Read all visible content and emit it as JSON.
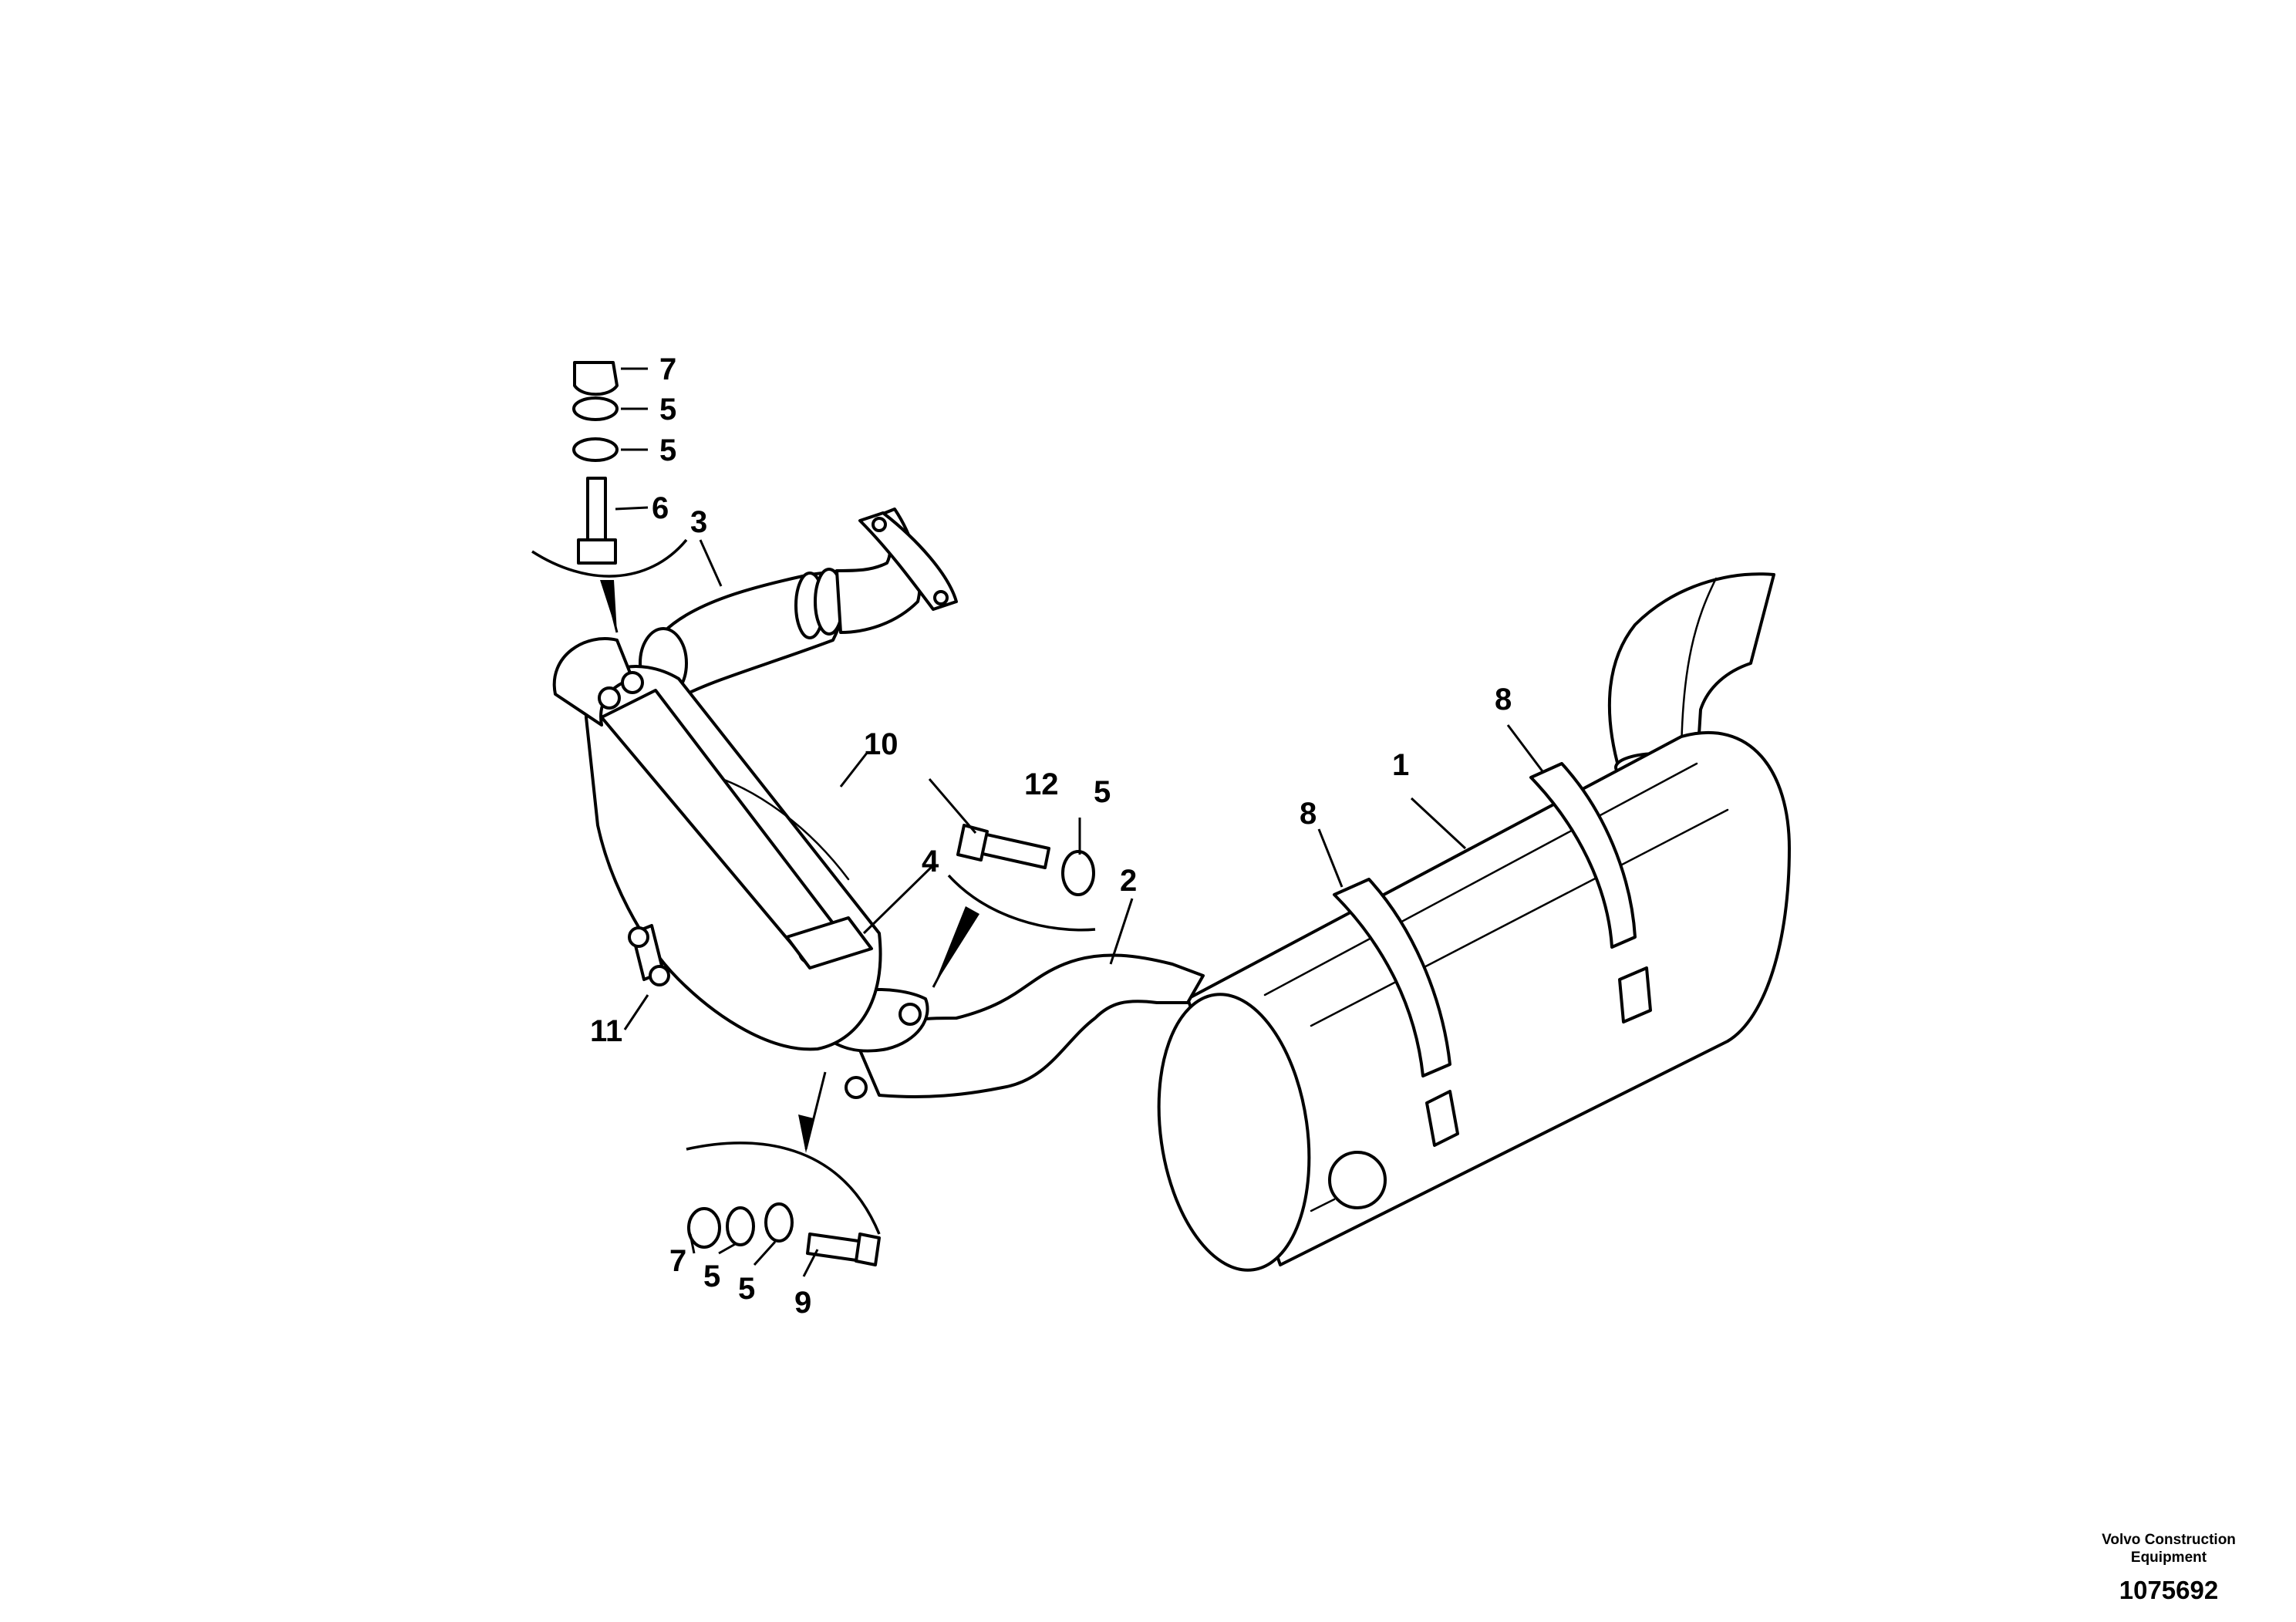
{
  "diagram": {
    "callouts": {
      "muffler": "1",
      "exhaust_pipe": "2",
      "front_pipe": "3",
      "bracket": "4",
      "washer_top_1": "5",
      "washer_top_2": "5",
      "washer_mid": "5",
      "washer_bottom_1": "5",
      "washer_bottom_2": "5",
      "screw_top": "6",
      "nut_top": "7",
      "nut_bottom": "7",
      "clamp_strap_left": "8",
      "clamp_strap_right": "8",
      "screw_bottom": "9",
      "catalyst": "10",
      "clamp": "11",
      "screw_mid": "12"
    }
  },
  "footer": {
    "brand_line1": "Volvo Construction",
    "brand_line2": "Equipment",
    "document_number": "1075692"
  }
}
